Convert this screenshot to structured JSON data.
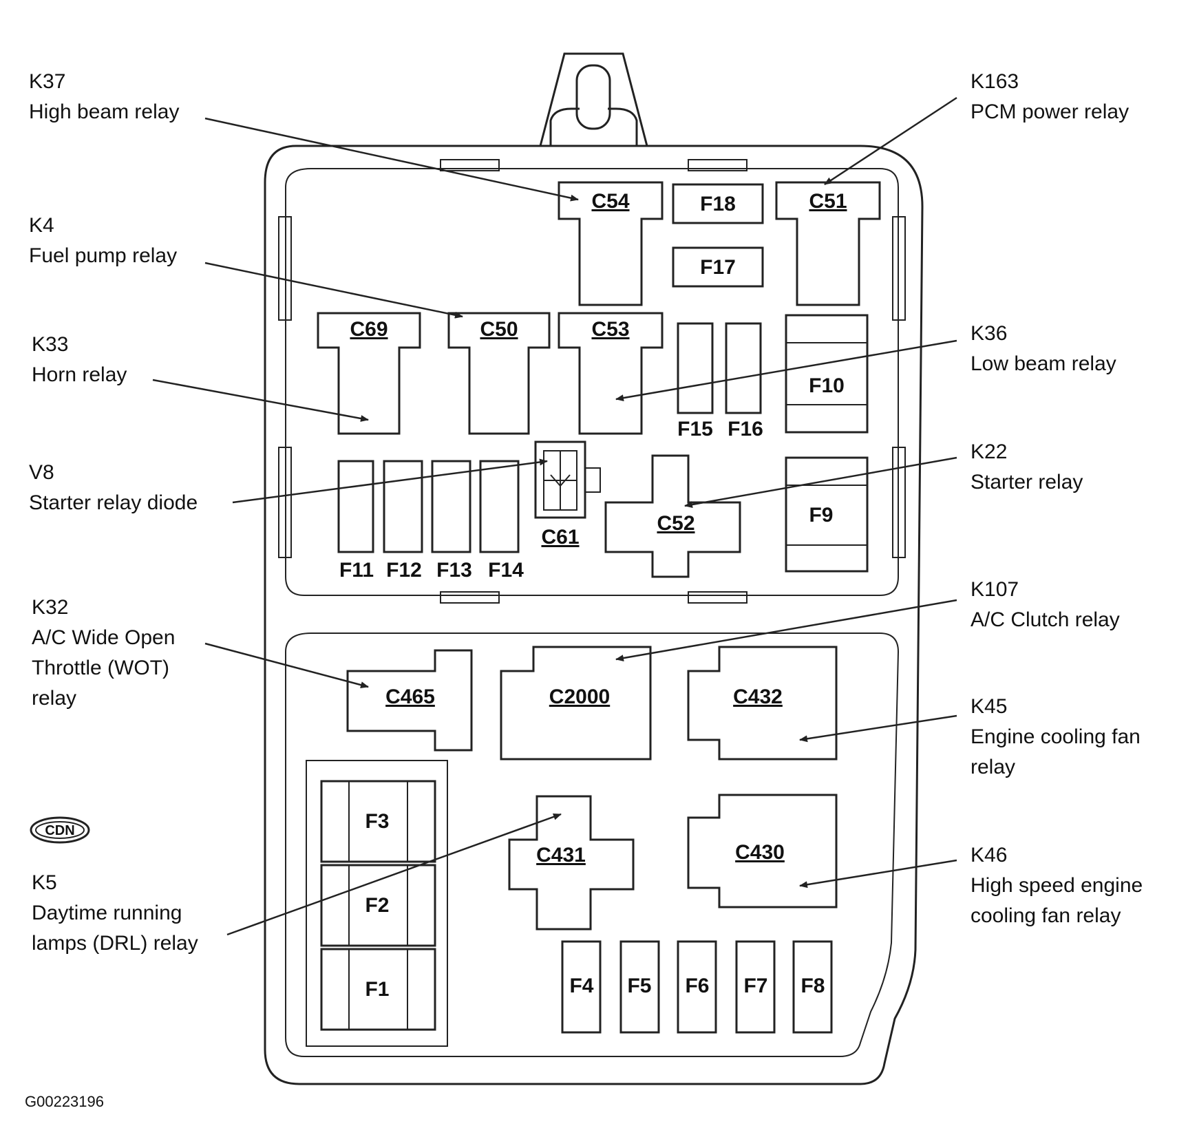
{
  "diagram_id": "G00223196",
  "badge": "CDN",
  "components": {
    "C54": "C54",
    "F18": "F18",
    "C51": "C51",
    "F17": "F17",
    "C69": "C69",
    "C50": "C50",
    "C53": "C53",
    "F15": "F15",
    "F16": "F16",
    "F10": "F10",
    "F11": "F11",
    "F12": "F12",
    "F13": "F13",
    "F14": "F14",
    "C61": "C61",
    "C52": "C52",
    "F9": "F9",
    "C465": "C465",
    "C2000": "C2000",
    "C432": "C432",
    "F3": "F3",
    "F2": "F2",
    "F1": "F1",
    "C431": "C431",
    "C430": "C430",
    "F4": "F4",
    "F5": "F5",
    "F6": "F6",
    "F7": "F7",
    "F8": "F8"
  },
  "callouts": {
    "k37": {
      "code": "K37",
      "lines": [
        "High beam relay"
      ]
    },
    "k4": {
      "code": "K4",
      "lines": [
        "Fuel pump relay"
      ]
    },
    "k33": {
      "code": "K33",
      "lines": [
        "Horn relay"
      ]
    },
    "v8": {
      "code": "V8",
      "lines": [
        "Starter relay diode"
      ]
    },
    "k32": {
      "code": "K32",
      "lines": [
        "A/C Wide Open",
        "Throttle (WOT)",
        "relay"
      ]
    },
    "k5": {
      "code": "K5",
      "lines": [
        "Daytime running",
        "lamps (DRL) relay"
      ]
    },
    "k163": {
      "code": "K163",
      "lines": [
        "PCM power relay"
      ]
    },
    "k36": {
      "code": "K36",
      "lines": [
        "Low beam relay"
      ]
    },
    "k22": {
      "code": "K22",
      "lines": [
        "Starter relay"
      ]
    },
    "k107": {
      "code": "K107",
      "lines": [
        "A/C Clutch relay"
      ]
    },
    "k45": {
      "code": "K45",
      "lines": [
        "Engine cooling fan",
        "relay"
      ]
    },
    "k46": {
      "code": "K46",
      "lines": [
        "High speed engine",
        "cooling fan relay"
      ]
    }
  }
}
